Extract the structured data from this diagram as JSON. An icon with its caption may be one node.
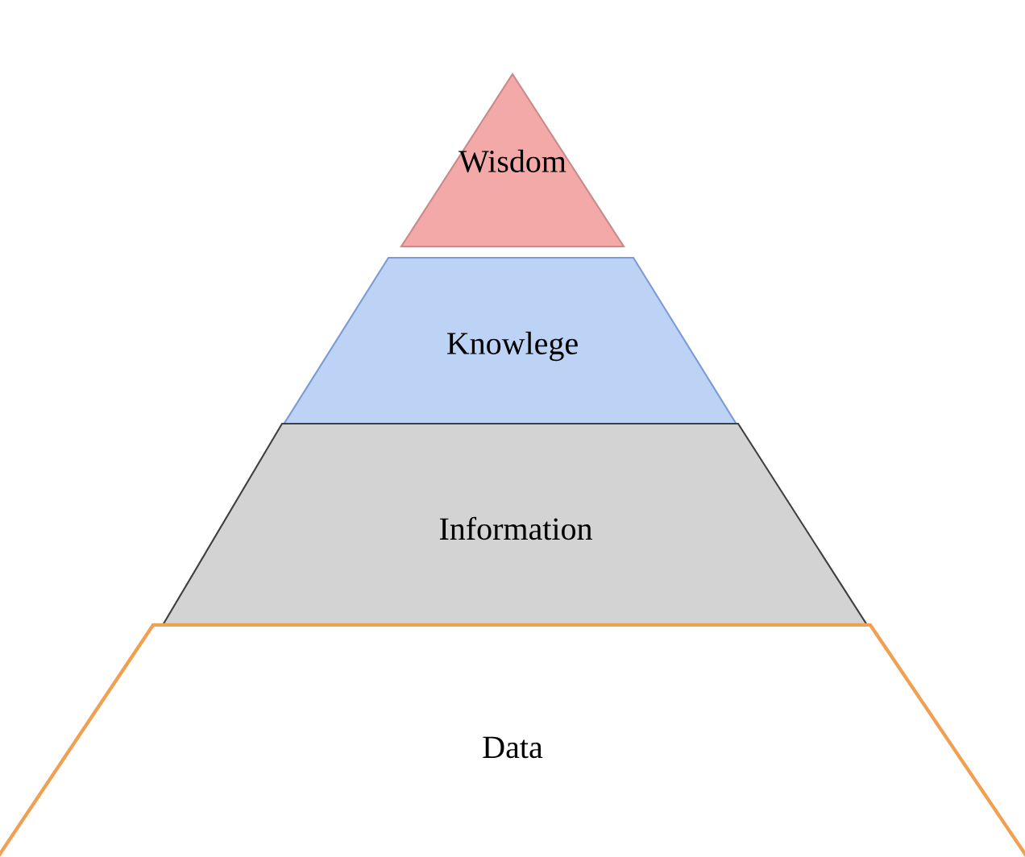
{
  "diagram": {
    "nodes": [
      {
        "text": [
          "Wisdom"
        ]
      },
      {
        "text": [
          "Knowlege"
        ]
      },
      {
        "text": [
          "Information"
        ]
      },
      {
        "text": [
          "Data"
        ]
      }
    ]
  }
}
